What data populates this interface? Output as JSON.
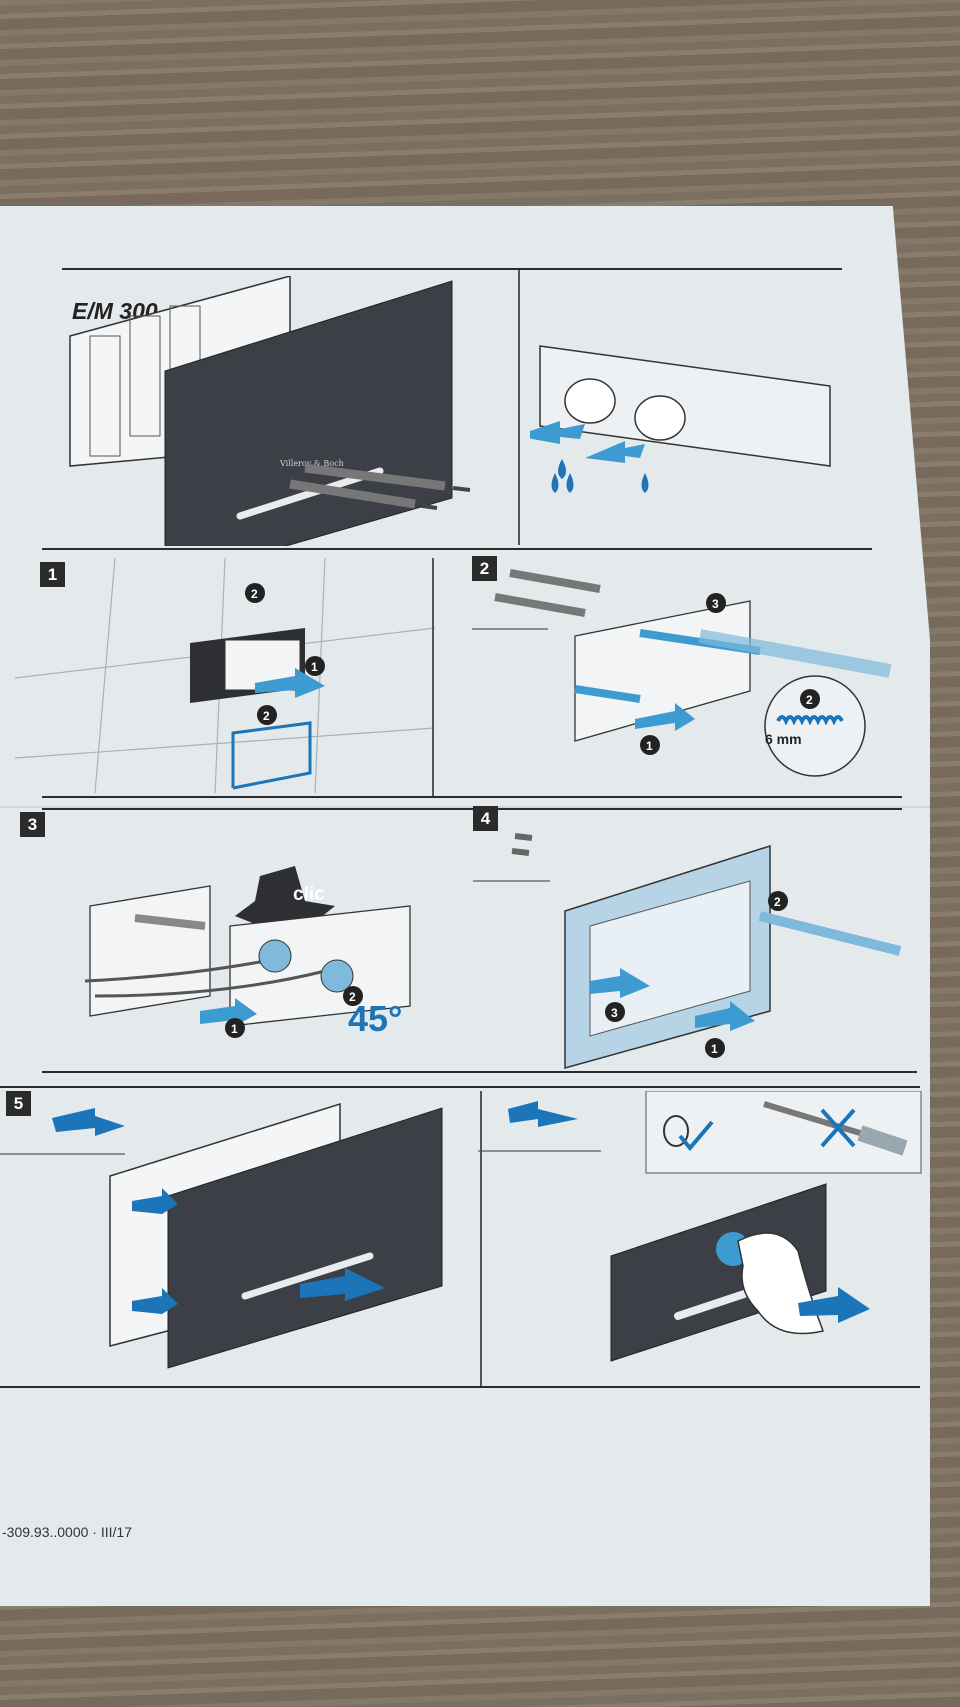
{
  "document": {
    "title": "E/M 300",
    "steps": [
      "1",
      "2",
      "3",
      "4",
      "5"
    ],
    "callouts": {
      "clic": "clic",
      "angle": "45°",
      "gap": "6 mm"
    },
    "footer": "-309.93..0000 · III/17"
  },
  "colors": {
    "accent_blue": "#3d9bd2",
    "dark_blue": "#1b75b8",
    "plate": "#3c3f45",
    "paper": "#e4e9ec"
  },
  "icons": [
    "water-drop-icon",
    "arrow-icon",
    "check-icon",
    "cross-icon",
    "screwdriver-icon",
    "number-badge-icon"
  ]
}
